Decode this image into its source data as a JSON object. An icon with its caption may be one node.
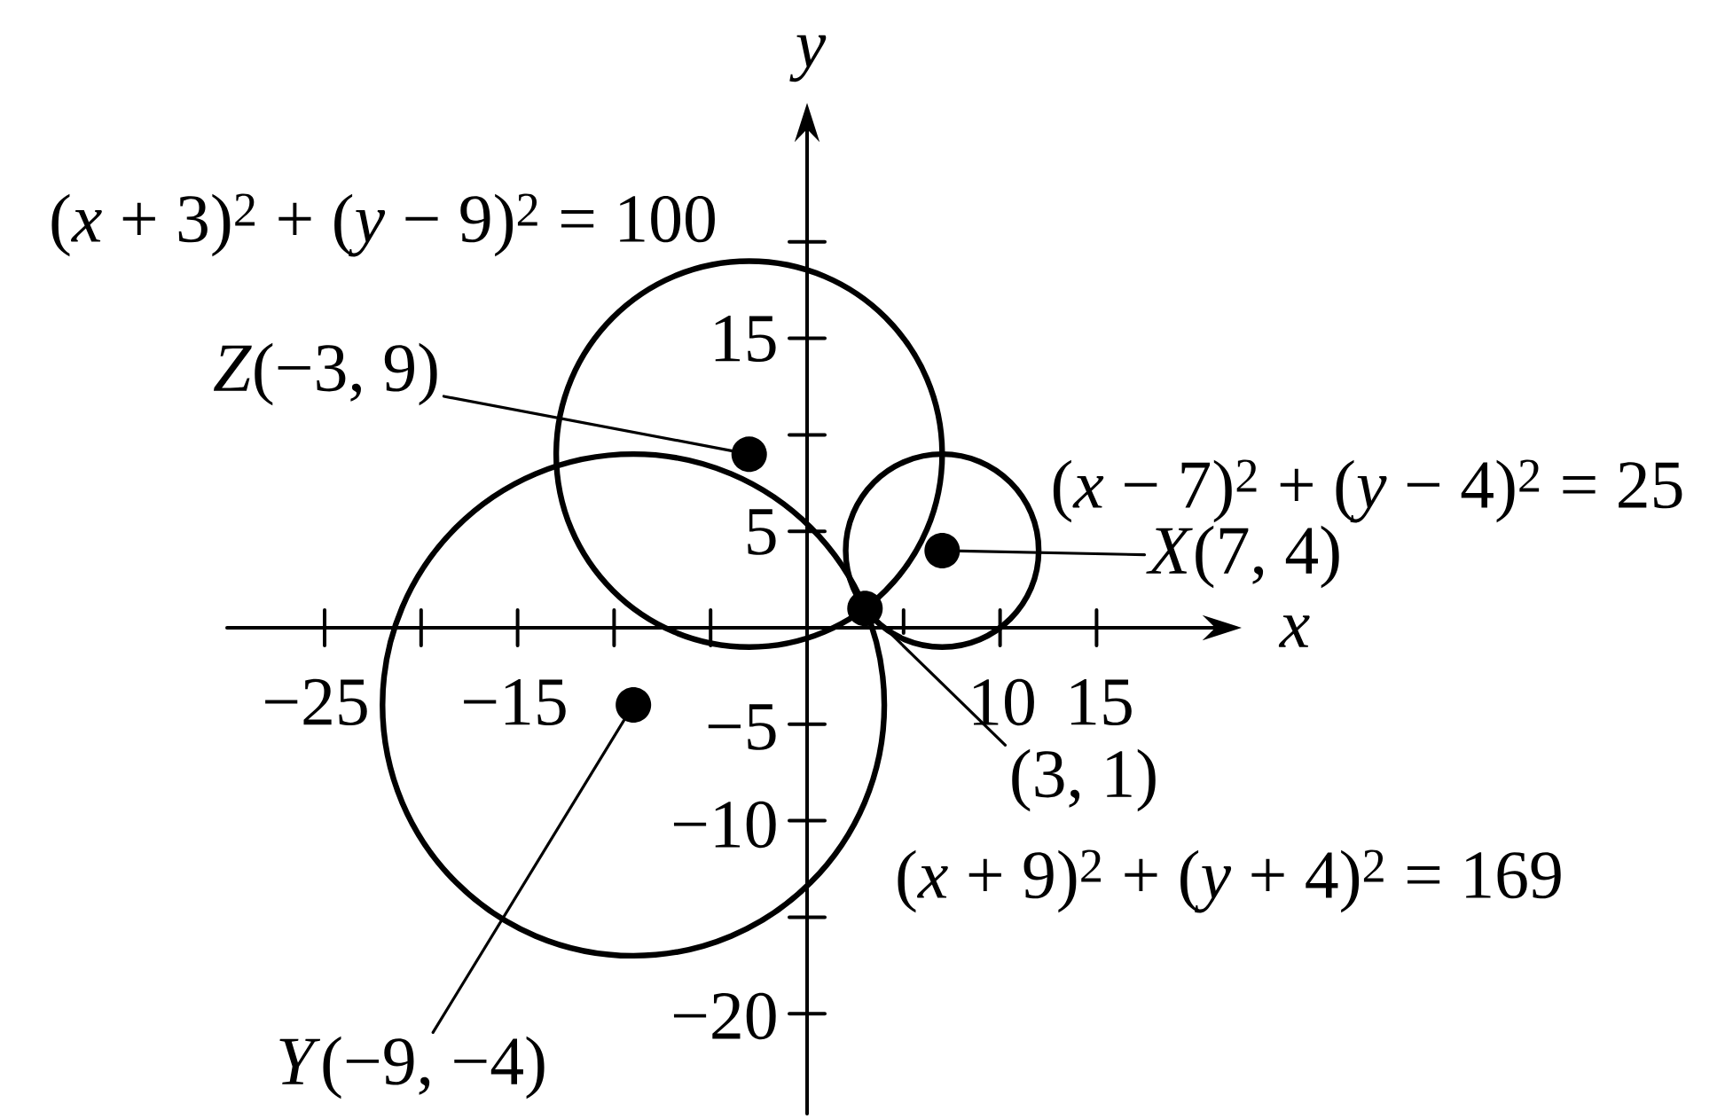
{
  "diagram": {
    "nodes": [
      {
        "text": [],
        "shape": "circle"
      },
      {
        "text": [],
        "shape": "circle"
      },
      {
        "text": [],
        "shape": "circle"
      },
      {
        "text": [
          "*Z*(−3, 9)"
        ]
      },
      {
        "text": [],
        "shape": "circle",
        "in": 0
      },
      {
        "text": [
          "*X*(7, 4)"
        ]
      },
      {
        "text": [],
        "shape": "circle",
        "in": 1
      },
      {
        "text": [
          "(3, 1)"
        ]
      },
      {
        "text": [],
        "shape": "circle",
        "in": 2
      },
      {
        "text": [
          "*Y*(−9, −4)"
        ]
      },
      {
        "text": [],
        "shape": "circle",
        "in": 2
      }
    ],
    "edges": [
      {
        "from": 3,
        "to": 4,
        "arrow": "none"
      },
      {
        "from": 5,
        "to": 6,
        "arrow": "none"
      },
      {
        "from": 7,
        "to": 8,
        "arrow": "none"
      },
      {
        "from": 9,
        "to": 10,
        "arrow": "none"
      }
    ],
    "labels": [
      "y",
      "(*x* + 3)$^{2}$ + (*y* − 9)$^{2}$ = 100",
      "15",
      "(*x* − 7)$^{2}$ + (*y* − 4)$^{2}$ = 25",
      "5",
      "x",
      "−25",
      "−15",
      "10",
      "15",
      "−5",
      "−10",
      "(*x* + 9)$^{2}$ + (*y* + 4)$^{2}$ = 169",
      "−20"
    ]
  }
}
